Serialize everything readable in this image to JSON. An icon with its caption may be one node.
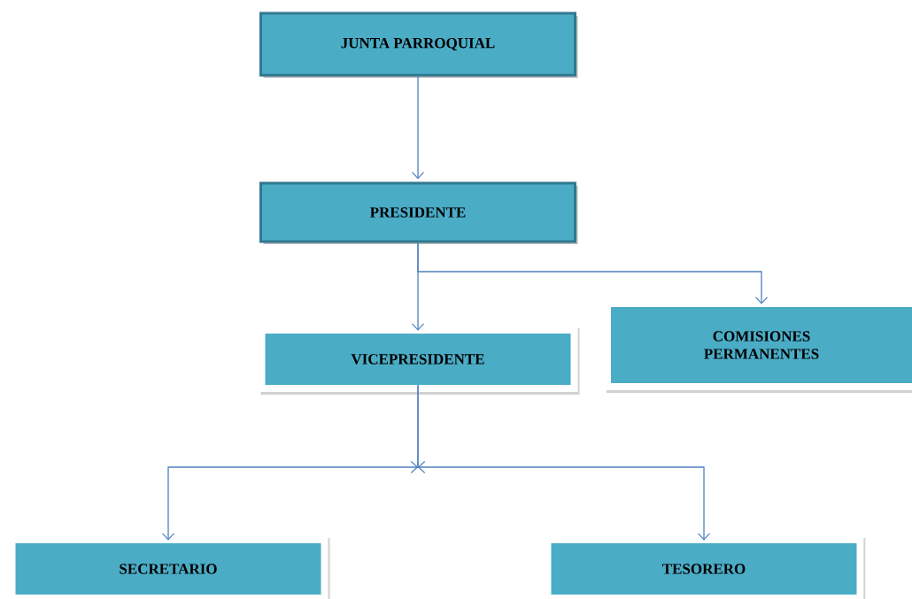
{
  "diagram": {
    "nodes": [
      {
        "text": [
          "JUNTA PARROQUIAL"
        ]
      },
      {
        "text": [
          "PRESIDENTE"
        ]
      },
      {
        "text": [
          "VICEPRESIDENTE"
        ]
      },
      {
        "text": [
          "COMISIONES PERMANENTES"
        ]
      },
      {
        "text": [
          "SECRETARIO"
        ]
      },
      {
        "text": [
          "TESORERO"
        ]
      }
    ],
    "edges": [
      {
        "from": 0,
        "to": 1,
        "arrow": "to"
      },
      {
        "from": 1,
        "to": 2,
        "arrow": "to"
      },
      {
        "from": 1,
        "to": 3,
        "arrow": "to"
      },
      {
        "from": 2,
        "to": 4,
        "arrow": "to"
      },
      {
        "from": 2,
        "to": 5,
        "arrow": "to"
      }
    ]
  }
}
